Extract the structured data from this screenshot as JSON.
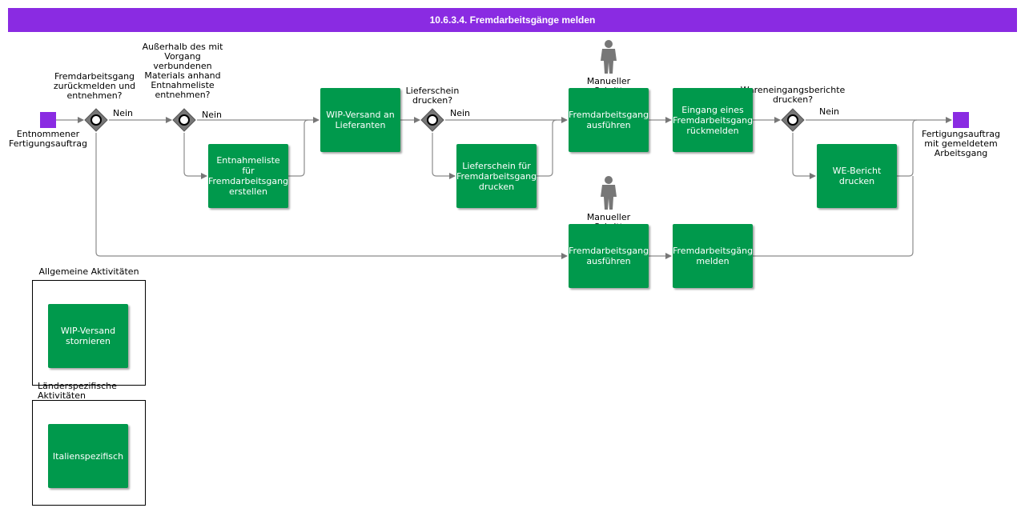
{
  "title": "10.6.3.4. Fremdarbeitsgänge melden",
  "colors": {
    "title_bar": "#8a2be2",
    "task": "#00994c",
    "event": "#8a2be2",
    "gateway": "#777777"
  },
  "events": {
    "start_label": "Entnommener\nFertigungsauftrag",
    "end_label": "Fertigungsauftrag\nmit gemeldetem\nArbeitsgang"
  },
  "gateways": {
    "g1_question": "Fremdarbeitsgang\nzurückmelden und\nentnehmen?",
    "g1_no": "Nein",
    "g2_question": "Außerhalb des mit\nVorgang\nverbundenen\nMaterials anhand\nEntnahmeliste\nentnehmen?",
    "g2_no": "Nein",
    "g3_question": "Lieferschein\ndrucken?",
    "g3_no": "Nein",
    "g4_question": "Wareneingangsberichte\ndrucken?",
    "g4_no": "Nein"
  },
  "roles": {
    "manual_step_top": "Manueller\nSchritt",
    "manual_step_bottom": "Manueller\nSchritt"
  },
  "tasks": {
    "entnahmeliste": "Entnahmeliste\nfür\nFremdarbeitsgang\nerstellen",
    "wip_versand": "WIP-Versand an\nLieferanten",
    "lieferschein": "Lieferschein für\nFremdarbeitsgang\ndrucken",
    "fremd_ausfuehren_top": "Fremdarbeitsgang\nausführen",
    "eingang_melden": "Eingang eines\nFremdarbeitsgangs\nrückmelden",
    "we_bericht": "WE-Bericht\ndrucken",
    "fremd_ausfuehren_bottom": "Fremdarbeitsgang\nausführen",
    "fremd_melden": "Fremdarbeitsgänge\nmelden"
  },
  "groups": {
    "general_title": "Allgemeine Aktivitäten",
    "general_task": "WIP-Versand\nstornieren",
    "country_title": "Länderspezifische\nAktivitäten",
    "country_task": "Italienspezifisch"
  }
}
